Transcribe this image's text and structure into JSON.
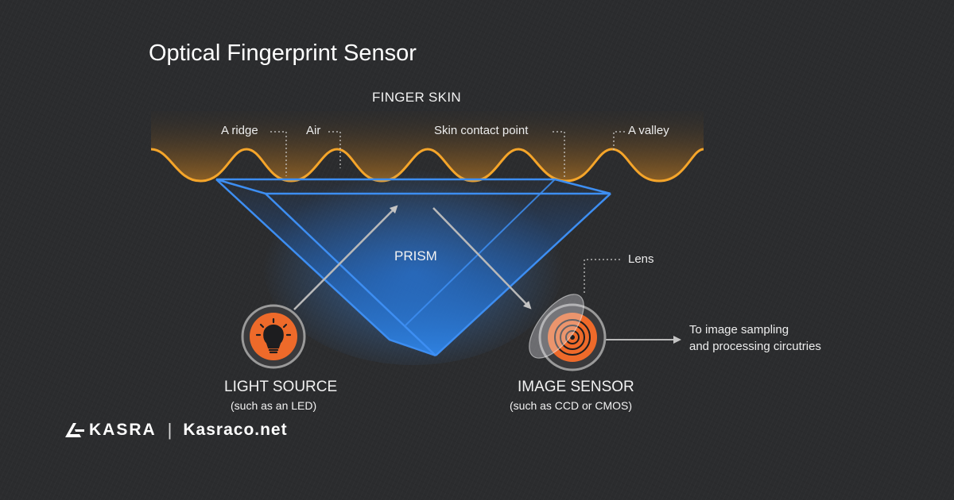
{
  "title": "Optical Fingerprint Sensor",
  "finger_skin": {
    "label": "FINGER SKIN",
    "callouts": {
      "ridge": "A ridge",
      "air": "Air",
      "contact": "Skin contact point",
      "valley": "A valley"
    }
  },
  "prism": {
    "label": "PRISM"
  },
  "lens": {
    "label": "Lens"
  },
  "light_source": {
    "title": "LIGHT SOURCE",
    "subtitle": "(such as an LED)"
  },
  "image_sensor": {
    "title": "IMAGE SENSOR",
    "subtitle": "(such as CCD or CMOS)"
  },
  "output": {
    "line1": "To image sampling",
    "line2": "and processing circutries"
  },
  "brand": {
    "name": "KASRA",
    "separator": "|",
    "url": "Kasraco.net"
  },
  "colors": {
    "background": "#2b2c2e",
    "skin_accent": "#f5a52a",
    "prism_blue": "#2f7fe0",
    "orange": "#ee6a2a",
    "arrow": "#b8b8b8"
  }
}
